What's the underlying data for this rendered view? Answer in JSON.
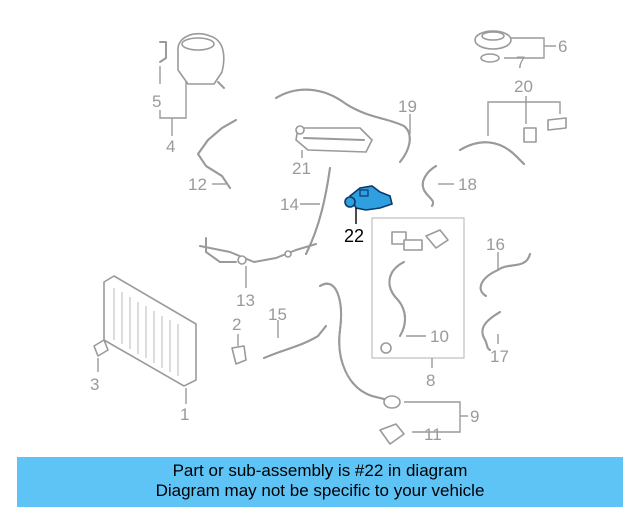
{
  "diagram": {
    "callouts": [
      "1",
      "2",
      "3",
      "4",
      "5",
      "6",
      "7",
      "8",
      "9",
      "10",
      "11",
      "12",
      "13",
      "14",
      "15",
      "16",
      "17",
      "18",
      "19",
      "20",
      "21",
      "22"
    ],
    "highlighted_part": "22",
    "highlight_color": "#2f9fe0",
    "part_color": "#9a9a9a"
  },
  "banner": {
    "line1": "Part or sub-assembly is #22 in diagram",
    "line2": "Diagram may not be specific to your vehicle",
    "background": "#5ec3f5"
  }
}
